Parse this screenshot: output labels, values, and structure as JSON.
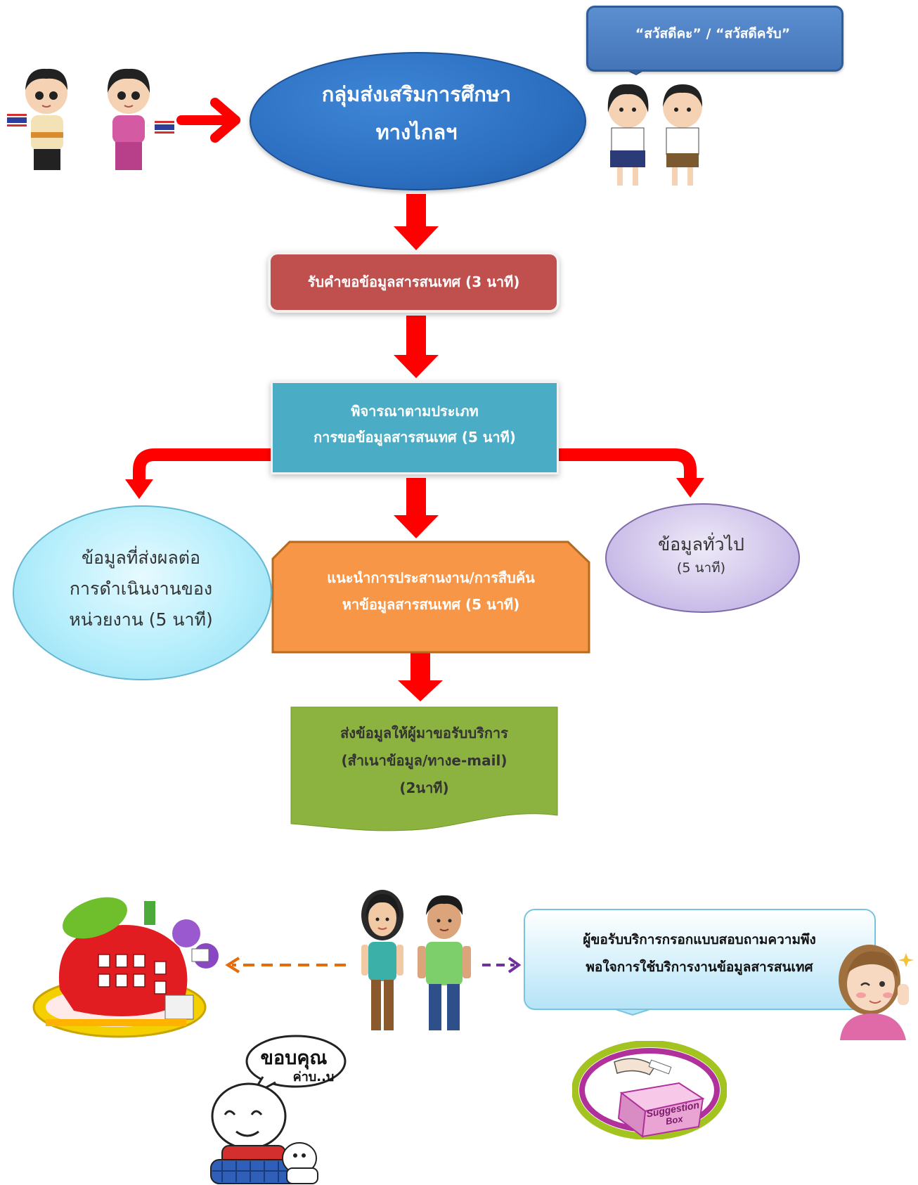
{
  "colors": {
    "arrow": "#ff0000",
    "start": "#2c6fc1",
    "request": "#c0504d",
    "consider": "#4bacc6",
    "coordinate": "#f79646",
    "deliver": "#8cb33f",
    "impact": "#b5eefc",
    "general": "#cfc2ea",
    "orange_dashed": "#e46c0a",
    "purple_dashed": "#7030a0"
  },
  "speech": {
    "text": "“สวัสดีคะ” / “สวัสดีครับ”"
  },
  "start": {
    "line1": "กลุ่มส่งเสริมการศึกษา",
    "line2": "ทางไกลฯ"
  },
  "request": {
    "text": "รับคำขอข้อมูลสารสนเทศ (3 นาที)"
  },
  "consider": {
    "line1": "พิจารณาตามประเภท",
    "line2": "การขอข้อมูลสารสนเทศ (5 นาที)"
  },
  "impact": {
    "line1": "ข้อมูลที่ส่งผลต่อ",
    "line2": "การดำเนินงานของ",
    "line3": "หน่วยงาน (5 นาที)"
  },
  "coordinate": {
    "line1": "แนะนำการประสานงาน/การสืบค้น",
    "line2": "หาข้อมูลสารสนเทศ (5 นาที)"
  },
  "general": {
    "line1": "ข้อมูลทั่วไป",
    "line2": "(5 นาที)"
  },
  "deliver": {
    "line1": "ส่งข้อมูลให้ผู้มาขอรับบริการ",
    "line2": "(สำเนาข้อมูล/ทางe-mail)",
    "line3": "(2นาที)"
  },
  "satisfaction": {
    "line1": "ผู้ขอรับบริการกรอกแบบสอบถามความพึง",
    "line2": "พอใจการใช้บริการงานข้อมูลสารสนเทศ"
  },
  "thanks": {
    "text": "ขอบคุณ",
    "sub": "ค่าบ..บ"
  },
  "suggestion_box": {
    "line1": "Suggestion",
    "line2": "Box"
  },
  "icons": [
    "thai-kids-icon",
    "greeting-students-icon",
    "apple-house-icon",
    "couple-icon",
    "thumbs-up-girl-icon",
    "suggestion-box-icon",
    "thank-you-cartoon-icon"
  ]
}
